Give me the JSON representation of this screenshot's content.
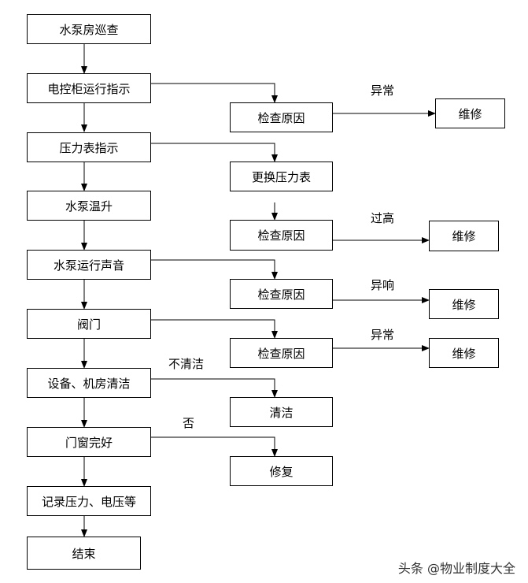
{
  "main_steps": [
    "水泵房巡查",
    "电控柜运行指示",
    "压力表指示",
    "水泵温升",
    "水泵运行声音",
    "阀门",
    "设备、机房清洁",
    "门窗完好",
    "记录压力、电压等",
    "结束"
  ],
  "branch_steps": [
    "检查原因",
    "更换压力表",
    "检查原因",
    "检查原因",
    "检查原因",
    "清洁",
    "修复"
  ],
  "repair_steps": [
    "维修",
    "维修",
    "维修",
    "维修"
  ],
  "conditions": [
    "异常",
    "过高",
    "异响",
    "异常",
    "不清洁",
    "否"
  ],
  "watermark": "头条 @物业制度大全"
}
